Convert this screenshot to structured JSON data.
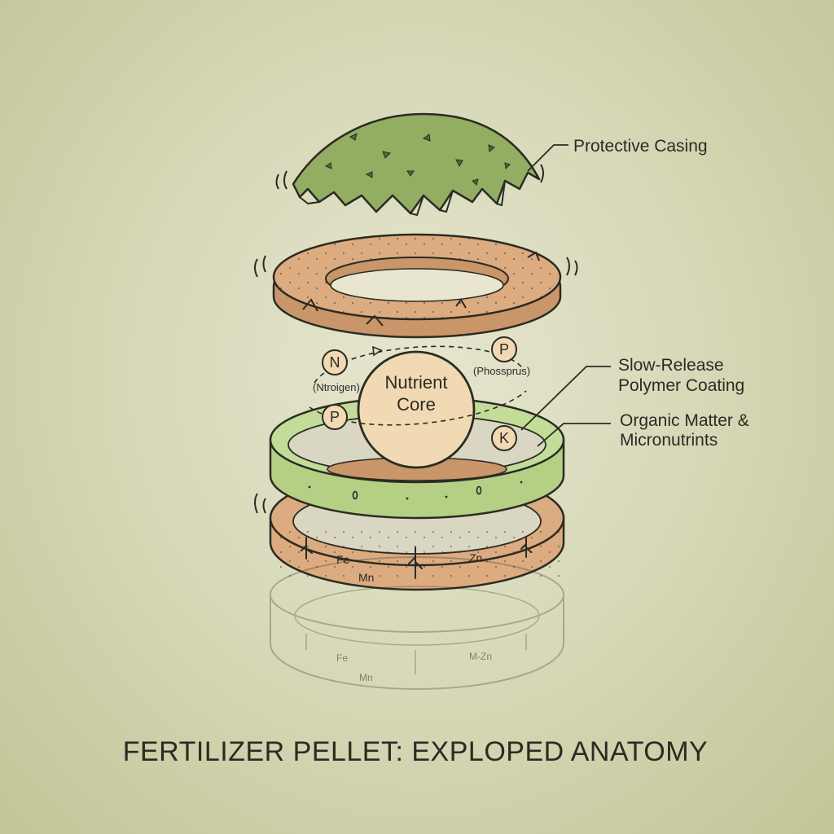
{
  "diagram": {
    "title": "FERTILIZER PELLET: EXPLOPED ANATOMY",
    "callouts": {
      "casing": "Protective Casing",
      "polymer_1": "Slow-Release",
      "polymer_2": "Polymer Coating",
      "organic_1": "Organic Matter &",
      "organic_2": "Micronutrints"
    },
    "core": {
      "line1": "Nutrient",
      "line2": "Core"
    },
    "nutrients": {
      "n": "N",
      "n_name": "(Ntroigen)",
      "p_top": "P",
      "p_name": "(Phossprus)",
      "p_left": "P",
      "k": "K"
    },
    "micros": {
      "fe": "Fe",
      "mn": "Mn",
      "zn": "Zn",
      "fe_reflect": "Fe",
      "mn_reflect": "Mn",
      "zn_reflect": "M-Zn"
    },
    "colors": {
      "background": "#d8d9b9",
      "casing_green": "#93ad62",
      "polymer_green": "#c3dc98",
      "organic_tan": "#dcab80",
      "core_cream": "#f1d9b3",
      "outline": "#2b2b24"
    }
  }
}
